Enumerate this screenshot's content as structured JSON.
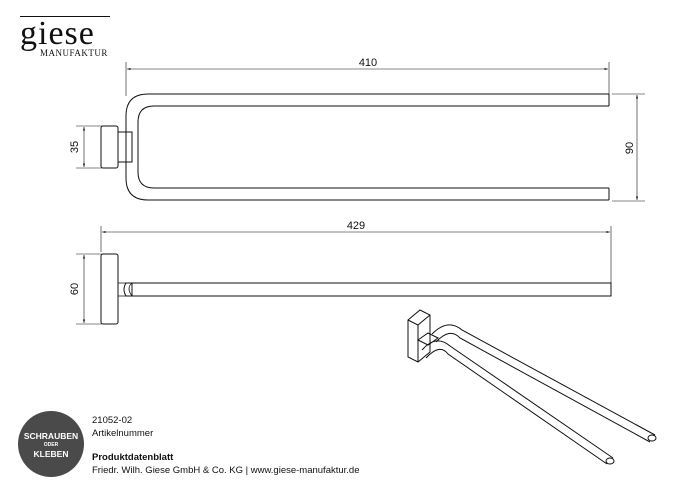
{
  "brand": {
    "name": "giese",
    "tagline": "MANUFAKTUR"
  },
  "dimensions": {
    "top_width": "410",
    "top_depth": "90",
    "mount_height_top": "35",
    "side_length": "429",
    "mount_height_side": "60"
  },
  "badge": {
    "line1": "SCHRAUBEN",
    "line2": "ODER",
    "line3": "KLEBEN"
  },
  "product": {
    "article_number": "21052-02",
    "article_label": "Artikelnummer",
    "sheet_title": "Produktdatenblatt",
    "company_line": "Friedr. Wilh. Giese GmbH & Co. KG | www.giese-manufaktur.de"
  },
  "colors": {
    "line": "#111111",
    "badge": "#4a4a4a"
  }
}
